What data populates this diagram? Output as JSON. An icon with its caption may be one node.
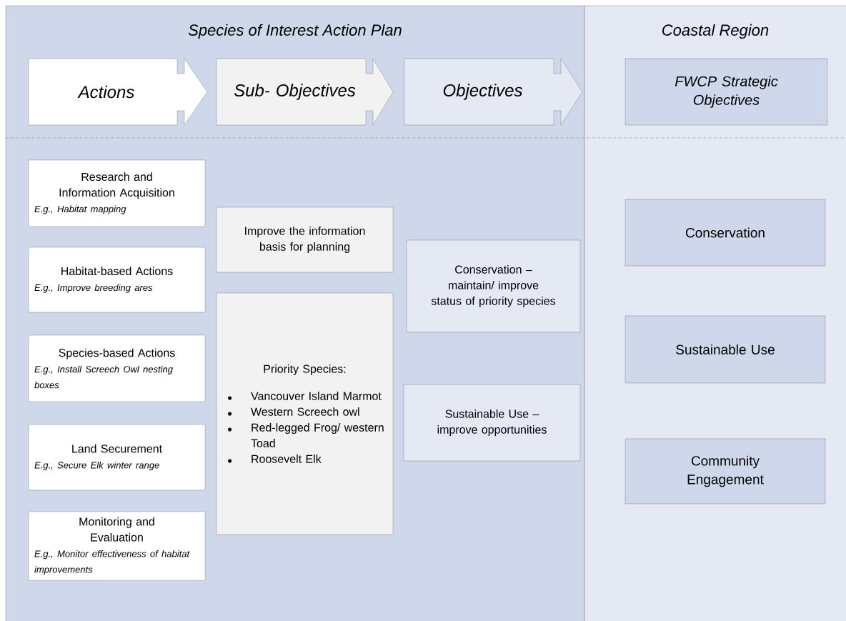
{
  "diagram": {
    "nodes": [
      {
        "text": [
          "Species of Interest Action Plan"
        ]
      },
      {
        "text": [
          "Coastal Region"
        ]
      },
      {
        "text": [
          "Actions"
        ],
        "in": 0
      },
      {
        "text": [
          "Sub- Objectives"
        ],
        "in": 0
      },
      {
        "text": [
          "Objectives"
        ],
        "in": 0
      },
      {
        "text": [
          "FWCP Strategic Objectives"
        ],
        "in": 1
      },
      {
        "text": [
          "Research and Information Acquisition",
          "E.g., Habitat mapping"
        ],
        "in": 0
      },
      {
        "text": [
          "Habitat-based Actions",
          "E.g., Improve breeding ares"
        ],
        "in": 0
      },
      {
        "text": [
          "Species-based Actions",
          "E.g., Install Screech Owl nesting boxes"
        ],
        "in": 0
      },
      {
        "text": [
          "Land Securement",
          "E.g., Secure Elk winter range"
        ],
        "in": 0
      },
      {
        "text": [
          "Monitoring and Evaluation",
          "E.g., Monitor effectiveness of habitat improvements"
        ],
        "in": 0
      },
      {
        "text": [
          "Improve the information basis for planning"
        ],
        "in": 0
      },
      {
        "text": [
          "Priority Species:",
          "Vancouver Island Marmot",
          "Western Screech owl",
          "Red-legged Frog/ western Toad",
          "Roosevelt Elk"
        ],
        "in": 0
      },
      {
        "text": [
          "Conservation – maintain/ improve status of priority species"
        ],
        "in": 0
      },
      {
        "text": [
          "Sustainable Use – improve opportunities"
        ],
        "in": 0
      },
      {
        "text": [
          "Conservation"
        ],
        "in": 1
      },
      {
        "text": [
          "Sustainable Use"
        ],
        "in": 1
      },
      {
        "text": [
          "Community Engagement"
        ],
        "in": 1
      }
    ]
  }
}
